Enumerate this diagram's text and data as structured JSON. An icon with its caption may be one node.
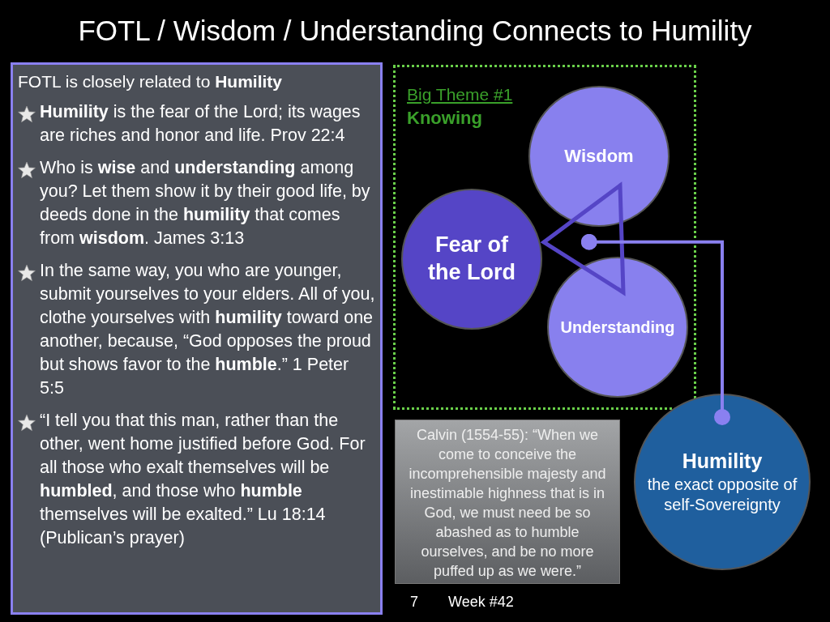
{
  "diagram": {
    "title": "FOTL / Wisdom / Understanding Connects to Humility",
    "nodes": [
      {
        "text": [
          "FOTL is closely related to **Humility**",
          "**Humility** is the fear of the Lord; its wages are riches and honor and life. Prov 22:4",
          "Who is **wise** and **understanding** among you? Let them show it by their good life, by deeds done in the **humility** that comes from **wisdom**. James 3:13",
          "In the same way, you who are younger, submit yourselves to your elders. All of you, clothe yourselves with **humility** toward one another, because, “God opposes the proud but shows favor to the **humble**.” 1 Peter 5:5",
          "“I tell you that this man, rather than the other, went home justified before God. For all those who exalt themselves will be **humbled**, and those who **humble** themselves will be exalted.”  Lu 18:14 (Publican’s prayer)"
        ]
      },
      {
        "text": [
          "Big Theme #1",
          "Knowing"
        ]
      },
      {
        "text": [
          "Wisdom"
        ],
        "in": 1
      },
      {
        "text": [
          "Fear of the Lord"
        ],
        "in": 1
      },
      {
        "text": [
          "Understanding"
        ],
        "in": 1
      },
      {
        "text": [],
        "shape": "triangle",
        "in": 1
      },
      {
        "text": [
          "Calvin (1554-55):  “When we come to conceive the incomprehensible majesty and inestimable highness that is in God, we must need be so abashed as to humble ourselves, and be no more puffed up as we were.”"
        ]
      },
      {
        "text": [
          "Humility",
          "the exact opposite of self-Sovereignty"
        ]
      }
    ],
    "edges": [
      {
        "from": 5,
        "to": 7,
        "arrow": "other"
      }
    ],
    "labels": [
      "7",
      "Week #42"
    ]
  }
}
